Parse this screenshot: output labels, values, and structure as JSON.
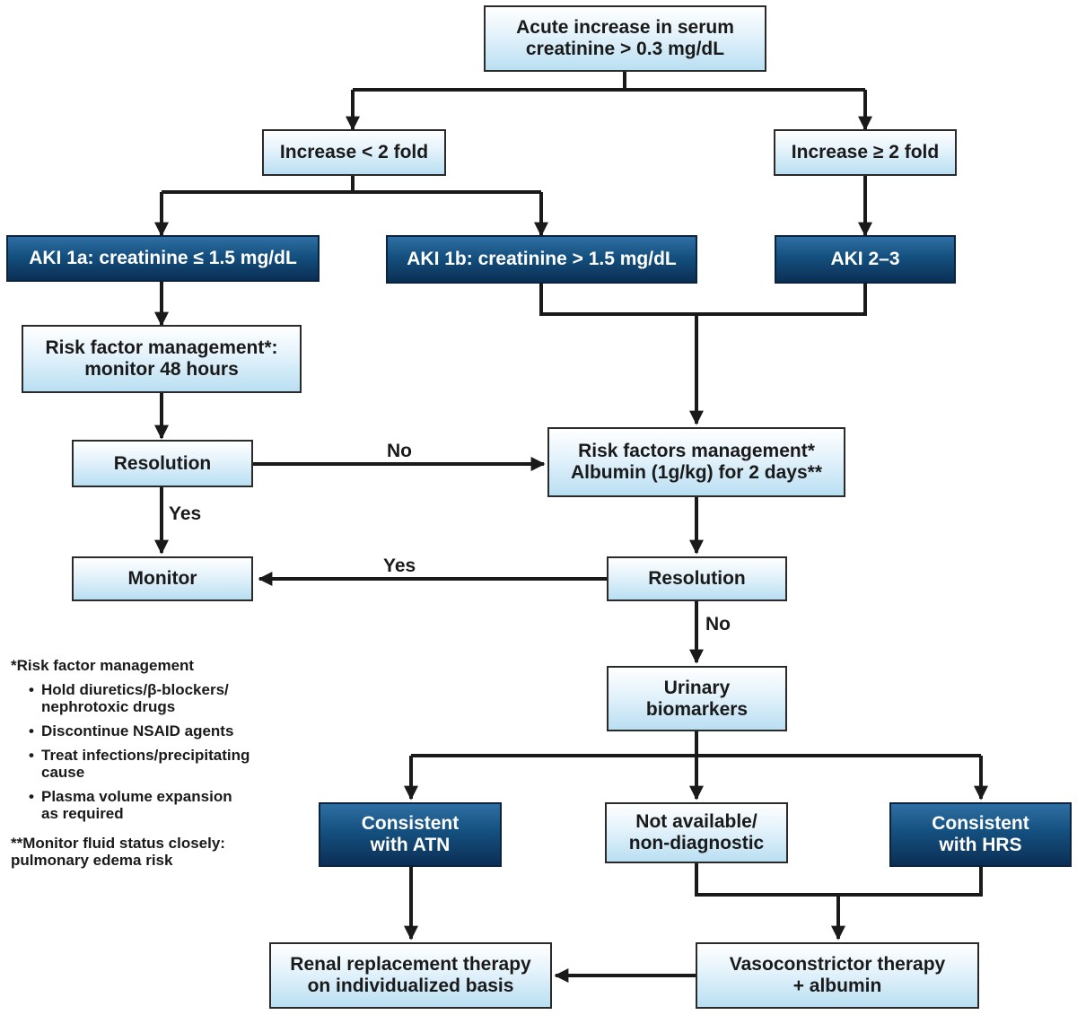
{
  "nodes": {
    "start": {
      "line1": "Acute increase in serum",
      "line2": "creatinine > 0.3 mg/dL"
    },
    "lt2fold": {
      "text": "Increase < 2 fold"
    },
    "ge2fold": {
      "text": "Increase ≥ 2 fold"
    },
    "aki1a": {
      "text": "AKI 1a: creatinine ≤ 1.5 mg/dL"
    },
    "aki1b": {
      "text": "AKI 1b: creatinine > 1.5 mg/dL"
    },
    "aki23": {
      "text": "AKI 2–3"
    },
    "rfm48": {
      "line1": "Risk factor management*:",
      "line2": "monitor 48 hours"
    },
    "resolution1": {
      "text": "Resolution"
    },
    "rfm_albumin": {
      "line1": "Risk factors management*",
      "line2": "Albumin (1g/kg) for 2 days**"
    },
    "monitor": {
      "text": "Monitor"
    },
    "resolution2": {
      "text": "Resolution"
    },
    "urinary": {
      "line1": "Urinary",
      "line2": "biomarkers"
    },
    "atn": {
      "line1": "Consistent",
      "line2": "with ATN"
    },
    "not_available": {
      "line1": "Not available/",
      "line2": "non-diagnostic"
    },
    "hrs": {
      "line1": "Consistent",
      "line2": "with HRS"
    },
    "rrt": {
      "line1": "Renal replacement therapy",
      "line2": "on individualized basis"
    },
    "vaso": {
      "line1": "Vasoconstrictor therapy",
      "line2": "+ albumin"
    }
  },
  "edge_labels": {
    "no1": "No",
    "yes1": "Yes",
    "yes2": "Yes",
    "no2": "No"
  },
  "notes": {
    "heading": "*Risk factor management",
    "items": [
      {
        "line1": "Hold diuretics/β-blockers/",
        "line2": "nephrotoxic drugs"
      },
      {
        "line1": "Discontinue NSAID agents",
        "line2": ""
      },
      {
        "line1": "Treat infections/precipitating",
        "line2": "cause"
      },
      {
        "line1": "Plasma volume expansion",
        "line2": "as required"
      }
    ],
    "bullet": "•",
    "footnote_line1": "**Monitor fluid status closely:",
    "footnote_line2": "pulmonary edema risk"
  },
  "colors": {
    "light_box": "#cde9f6",
    "dark_box": "#14507f",
    "line": "#1a1a1a"
  }
}
